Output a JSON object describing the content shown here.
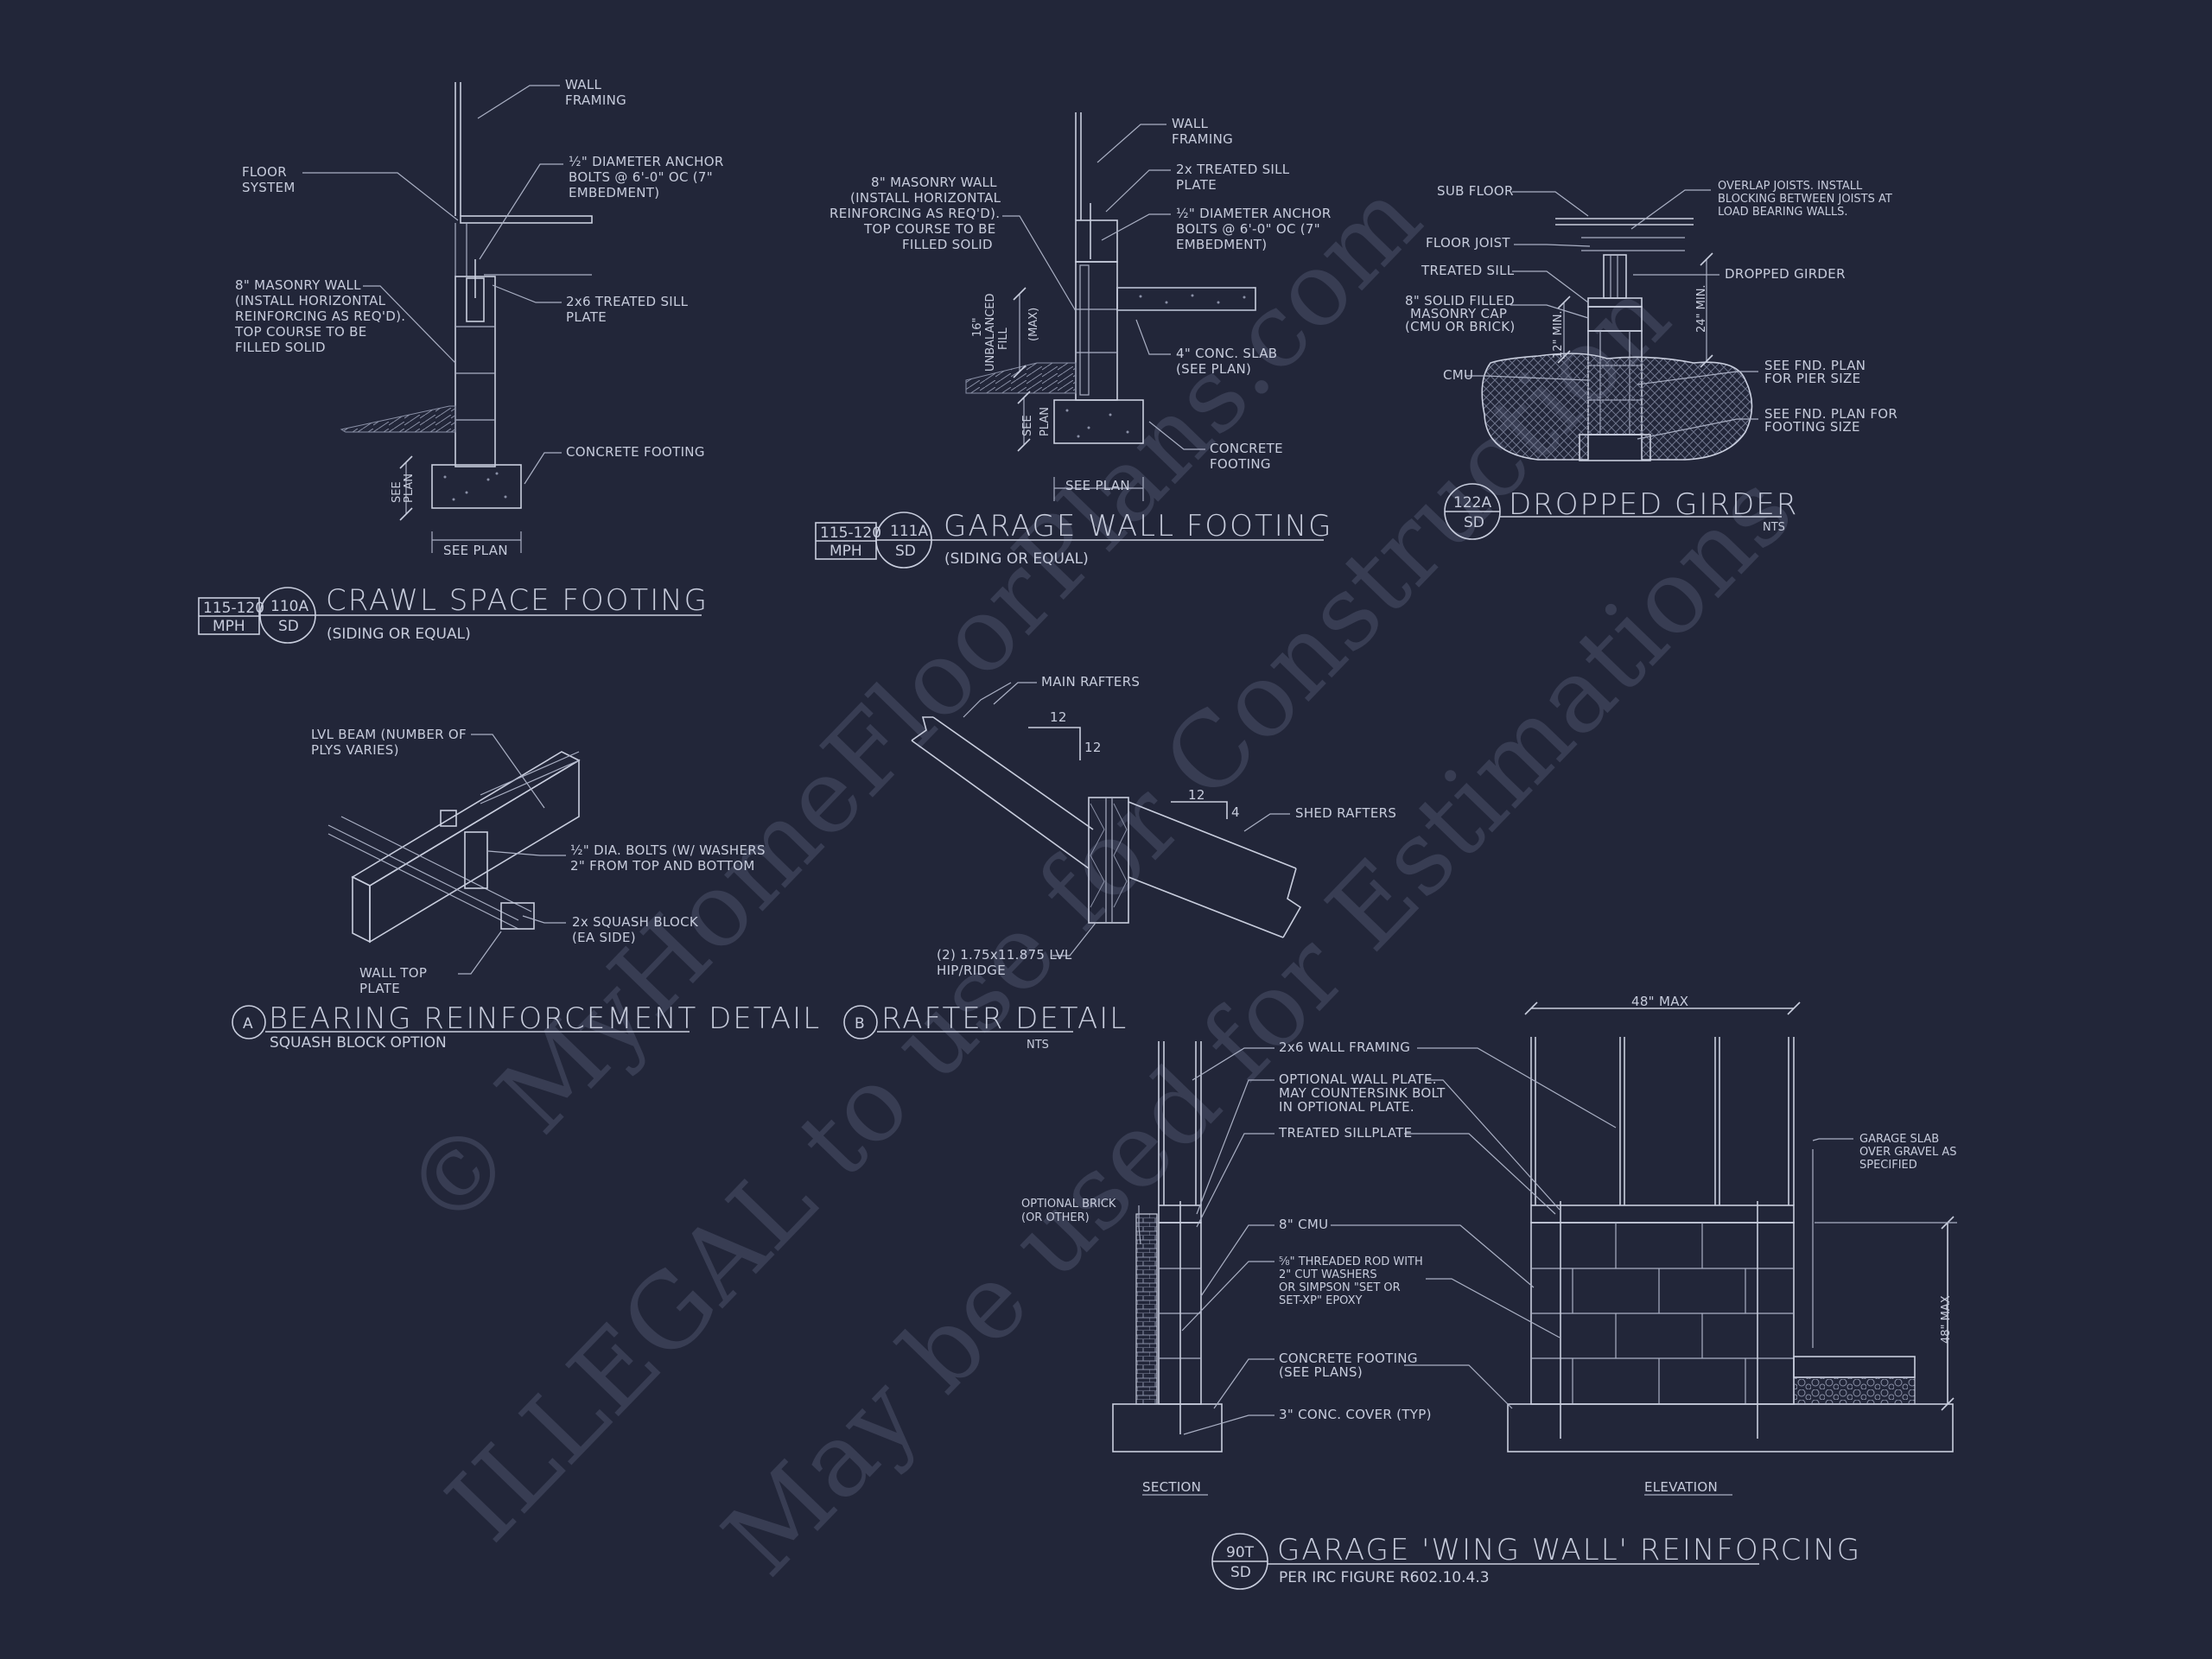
{
  "watermark": {
    "line1": "© MyHomeFloorPlans.com",
    "line2": "ILLEGAL to use for Construction",
    "line3": "May be used for Estimations"
  },
  "crawl": {
    "title": "CRAWL SPACE FOOTING",
    "subtitle": "(SIDING OR EQUAL)",
    "wind_top": "115-120",
    "wind_bottom": "MPH",
    "ref_top": "110A",
    "ref_bottom": "SD",
    "wall_framing": [
      "WALL",
      "FRAMING"
    ],
    "floor_system": [
      "FLOOR",
      "SYSTEM"
    ],
    "anchor": [
      "½\" DIAMETER ANCHOR",
      "BOLTS @ 6'-0\" OC (7\"",
      "EMBEDMENT)"
    ],
    "masonry": [
      "8\" MASONRY WALL",
      "(INSTALL HORIZONTAL",
      "REINFORCING AS REQ'D).",
      "TOP COURSE TO BE",
      "FILLED SOLID"
    ],
    "sill": [
      "2x6 TREATED SILL",
      "PLATE"
    ],
    "footing": "CONCRETE FOOTING",
    "see_plan_v": [
      "SEE",
      "PLAN"
    ],
    "see_plan": "SEE PLAN"
  },
  "garage": {
    "title": "GARAGE WALL FOOTING",
    "subtitle": "(SIDING OR EQUAL)",
    "wind_top": "115-120",
    "wind_bottom": "MPH",
    "ref_top": "111A",
    "ref_bottom": "SD",
    "wall_framing": [
      "WALL",
      "FRAMING"
    ],
    "sill": [
      "2x TREATED SILL",
      "PLATE"
    ],
    "anchor": [
      "½\" DIAMETER ANCHOR",
      "BOLTS @ 6'-0\" OC (7\"",
      "EMBEDMENT)"
    ],
    "masonry": [
      "8\" MASONRY WALL",
      "(INSTALL HORIZONTAL",
      "REINFORCING AS REQ'D).",
      "TOP COURSE TO BE",
      "FILLED SOLID"
    ],
    "unbalanced": [
      "16\"",
      "UNBALANCED",
      "FILL",
      "(MAX)"
    ],
    "slab": [
      "4\" CONC. SLAB",
      "(SEE PLAN)"
    ],
    "footing": [
      "CONCRETE",
      "FOOTING"
    ],
    "see_plan_v": [
      "SEE",
      "PLAN"
    ],
    "see_plan": "SEE PLAN"
  },
  "girder": {
    "title": "DROPPED GIRDER",
    "nts": "NTS",
    "ref_top": "122A",
    "ref_bottom": "SD",
    "sub_floor": "SUB FLOOR",
    "overlap": [
      "OVERLAP JOISTS. INSTALL",
      "BLOCKING BETWEEN JOISTS AT",
      "LOAD BEARING WALLS."
    ],
    "floor_joist": "FLOOR JOIST",
    "treated_sill": "TREATED SILL",
    "dropped_girder": "DROPPED GIRDER",
    "cap": [
      "8\" SOLID FILLED",
      "MASONRY CAP",
      "(CMU OR BRICK)"
    ],
    "min12": "12\" MIN.",
    "min24": "24\" MIN.",
    "cmu": "CMU",
    "pier": [
      "SEE FND. PLAN",
      "FOR PIER SIZE"
    ],
    "footing": [
      "SEE FND. PLAN FOR",
      "FOOTING SIZE"
    ]
  },
  "bearing": {
    "title": "BEARING REINFORCEMENT DETAIL",
    "subtitle": "SQUASH BLOCK OPTION",
    "letter": "A",
    "lvl": [
      "LVL BEAM (NUMBER OF",
      "PLYS VARIES)"
    ],
    "bolts": [
      "½\" DIA. BOLTS (W/ WASHERS",
      "2\" FROM TOP AND BOTTOM"
    ],
    "squash": [
      "2x SQUASH BLOCK",
      "(EA SIDE)"
    ],
    "top_plate": [
      "WALL TOP",
      "PLATE"
    ]
  },
  "rafter": {
    "title": "RAFTER DETAIL",
    "nts": "NTS",
    "letter": "B",
    "main": "MAIN RAFTERS",
    "shed": "SHED RAFTERS",
    "lvl": [
      "(2) 1.75x11.875 LVL",
      "HIP/RIDGE"
    ],
    "pitch_run_1": "12",
    "pitch_rise_1": "12",
    "pitch_run_2": "12",
    "pitch_rise_2": "4"
  },
  "wing": {
    "title": "GARAGE 'WING WALL' REINFORCING",
    "subtitle": "PER IRC FIGURE R602.10.4.3",
    "ref_top": "90T",
    "ref_bottom": "SD",
    "max48": "48\" MAX",
    "max48v": "48\" MAX",
    "wall_framing": "2x6 WALL FRAMING",
    "optional_plate": [
      "OPTIONAL WALL PLATE.",
      "MAY COUNTERSINK BOLT",
      "IN OPTIONAL PLATE."
    ],
    "sillplate": "TREATED SILLPLATE",
    "slab": [
      "GARAGE SLAB",
      "OVER GRAVEL AS",
      "SPECIFIED"
    ],
    "brick": [
      "OPTIONAL BRICK",
      "(OR OTHER)"
    ],
    "cmu": "8\" CMU",
    "rod": [
      "⅝\" THREADED ROD WITH",
      "2\" CUT WASHERS",
      "OR SIMPSON \"SET OR",
      "SET-XP\" EPOXY"
    ],
    "footing": [
      "CONCRETE FOOTING",
      "(SEE PLANS)"
    ],
    "cover": "3\" CONC. COVER (TYP)",
    "section": "SECTION",
    "elevation": "ELEVATION"
  }
}
